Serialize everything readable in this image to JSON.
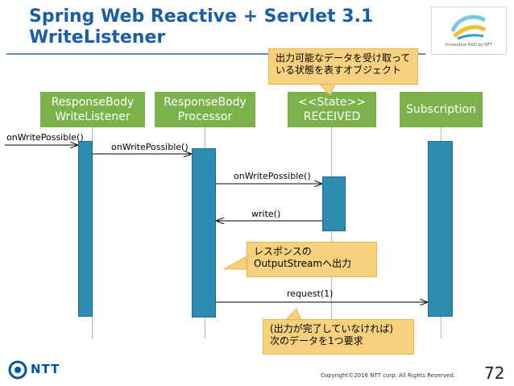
{
  "title": "Spring Web Reactive + Servlet 3.1\nWriteListener",
  "logo_caption": "Innovative R&D by NTT",
  "lifelines": [
    {
      "label": "ResponseBody\nWriteListener"
    },
    {
      "label": "ResponseBody\nProcessor"
    },
    {
      "label": "<<State>>\nRECEIVED"
    },
    {
      "label": "Subscription"
    }
  ],
  "messages": [
    {
      "label": "onWritePossible()"
    },
    {
      "label": "onWritePossible()"
    },
    {
      "label": "onWritePossible()"
    },
    {
      "label": "write()"
    },
    {
      "label": "request(1)"
    }
  ],
  "callouts": {
    "state_note": "出力可能なデータを受け取って\nいる状態を表すオブジェクト",
    "output_note": "レスポンスの\nOutputStreamへ出力",
    "request_note": "(出力が完了していなければ)\n次のデータを1つ要求"
  },
  "footer": {
    "brand": "NTT",
    "copyright": "Copyright©2016  NTT corp. All Rights Reserved.",
    "page_number": "72"
  },
  "colors": {
    "title": "#1a5ea8",
    "lifeline_header": "#7cb24c",
    "activation": "#2c8db0",
    "callout": "#f7d17e"
  }
}
